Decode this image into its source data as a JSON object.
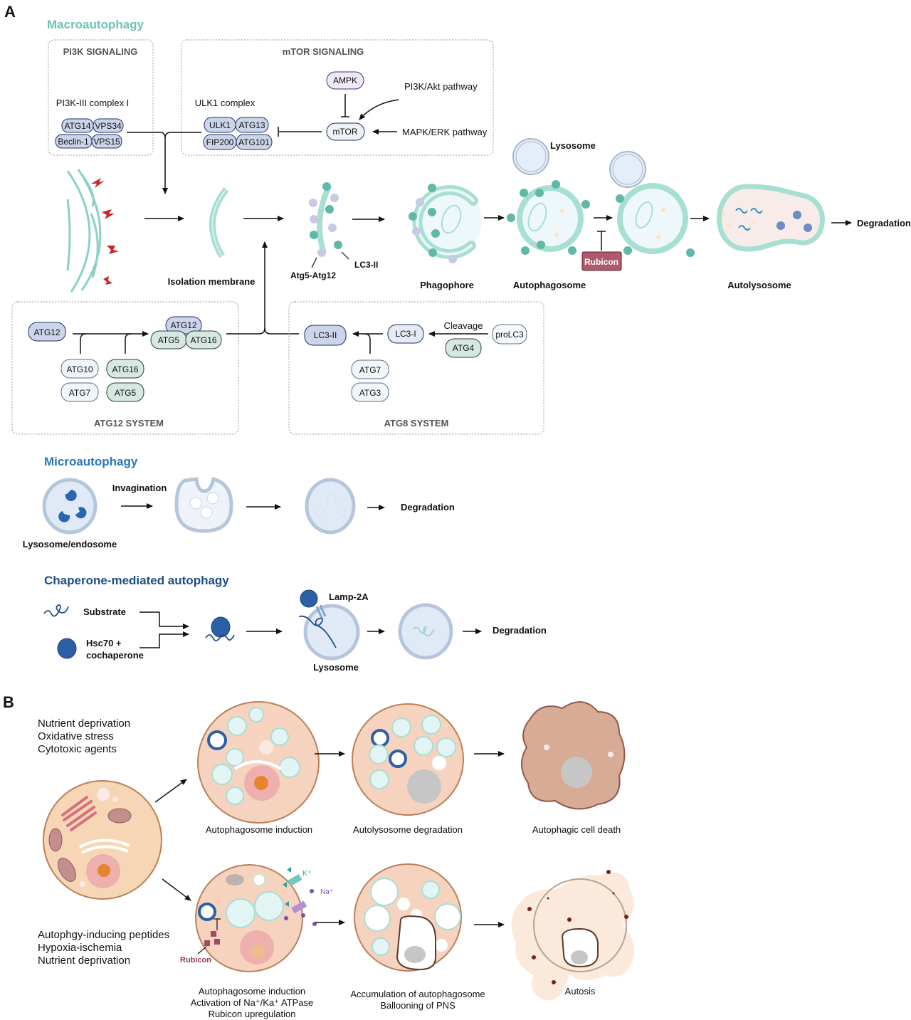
{
  "panel_a": {
    "letter": "A",
    "macro": {
      "title": "Macroautophagy",
      "pi3k_box": {
        "title": "PI3K SIGNALING",
        "complex_label": "PI3K-III complex I",
        "pills": [
          "ATG14",
          "VPS34",
          "Beclin-1",
          "VPS15"
        ]
      },
      "mtor_box": {
        "title": "mTOR SIGNALING",
        "ulk_label": "ULK1 complex",
        "ulk_pills": [
          "ULK1",
          "ATG13",
          "FIP200",
          "ATG101"
        ],
        "ampk": "AMPK",
        "mtor": "mTOR",
        "pi3k_akt": "PI3K/Akt pathway",
        "mapk_erk": "MAPK/ERK pathway"
      },
      "stages": {
        "isolation_membrane": "Isolation membrane",
        "atg5_atg12": "Atg5-Atg12",
        "lc3_ii": "LC3-II",
        "phagophore": "Phagophore",
        "lysosome": "Lysosome",
        "autophagosome": "Autophagosome",
        "rubicon": "Rubicon",
        "autolysosome": "Autolysosome",
        "degradation": "Degradation"
      },
      "atg12_system": {
        "title": "ATG12 SYSTEM",
        "atg12": "ATG12",
        "complex": [
          "ATG12",
          "ATG5",
          "ATG16"
        ],
        "enzymes_left": [
          "ATG10",
          "ATG7"
        ],
        "enzymes_right": [
          "ATG16",
          "ATG5"
        ]
      },
      "atg8_system": {
        "title": "ATG8 SYSTEM",
        "lc3_ii": "LC3-II",
        "lc3_i": "LC3-I",
        "prolc3": "proLC3",
        "cleavage": "Cleavage",
        "atg4": "ATG4",
        "enzymes": [
          "ATG7",
          "ATG3"
        ]
      }
    },
    "micro": {
      "title": "Microautophagy",
      "invagination": "Invagination",
      "lysosome_endosome": "Lysosome/endosome",
      "degradation": "Degradation"
    },
    "cma": {
      "title": "Chaperone-mediated autophagy",
      "substrate": "Substrate",
      "hsc70_line1": "Hsc70 +",
      "hsc70_line2": "cochaperone",
      "lamp2a": "Lamp-2A",
      "lysosome": "Lysosome",
      "degradation": "Degradation"
    }
  },
  "panel_b": {
    "letter": "B",
    "top_conditions": [
      "Nutrient deprivation",
      "Oxidative stress",
      "Cytotoxic agents"
    ],
    "bottom_conditions": [
      "Autophgy-inducing peptides",
      "Hypoxia-ischemia",
      "Nutrient deprivation"
    ],
    "top_captions": [
      "Autophagosome induction",
      "Autolysosome degradation",
      "Autophagic cell death"
    ],
    "bottom_captions": {
      "first": [
        "Autophagosome induction",
        "Activation of Na⁺/Ka⁺ ATPase",
        "Rubicon upregulation"
      ],
      "second": [
        "Accumulation of autophagosome",
        "Ballooning of PNS"
      ],
      "third": [
        "Autosis"
      ]
    },
    "ions": {
      "k": "K⁺",
      "na": "Na⁺"
    },
    "rubicon": "Rubicon"
  },
  "colors": {
    "macro_title": "#6cc3b6",
    "micro_title": "#2a78b8",
    "cma_title": "#1f4e86",
    "membrane_teal": "#a8dfd3",
    "lc3_dot": "#5fb8a8",
    "atg_dot": "#c9c9e6",
    "pill_blue_fill": "#ccd4ea",
    "pill_blue_stroke": "#1c2f66",
    "pill_green_fill": "#d7e8e0",
    "pill_green_stroke": "#24423a",
    "rubicon_fill": "#b0596b",
    "cell_fill": "#f6d6b4",
    "cell_stroke": "#b9805a"
  }
}
